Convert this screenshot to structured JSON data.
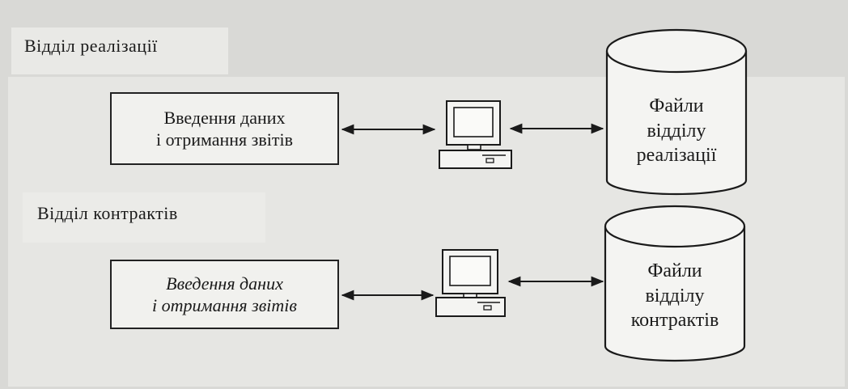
{
  "departments": [
    {
      "title": "Відділ реалізації",
      "process": {
        "line1": "Введення даних",
        "line2": "і отримання звітів"
      },
      "storage": {
        "line1": "Файли",
        "line2": "відділу",
        "line3": "реалізації"
      },
      "icons": {
        "workstation": "desktop-computer-icon",
        "storage": "database-cylinder-icon",
        "link": "bidirectional-arrow"
      }
    },
    {
      "title": "Відділ контрактів",
      "process": {
        "line1": "Введення даних",
        "line2": "і отримання звітів"
      },
      "storage": {
        "line1": "Файли",
        "line2": "відділу",
        "line3": "контрактів"
      },
      "icons": {
        "workstation": "desktop-computer-icon",
        "storage": "database-cylinder-icon",
        "link": "bidirectional-arrow"
      }
    }
  ]
}
